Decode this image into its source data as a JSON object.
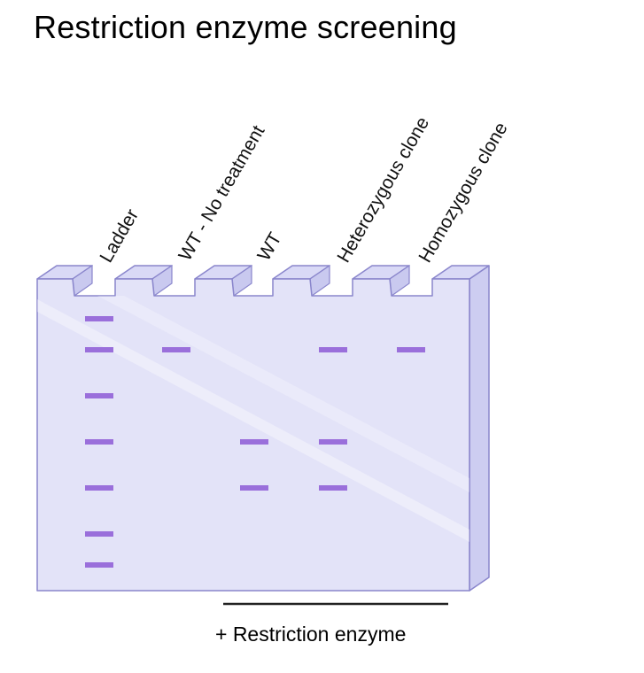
{
  "title": "Restriction enzyme screening",
  "lanes": [
    {
      "label": "Ladder",
      "bands": [
        1,
        2,
        3,
        4,
        5,
        6,
        7
      ]
    },
    {
      "label": "WT - No treatment",
      "bands": [
        2
      ]
    },
    {
      "label": "WT",
      "bands": [
        4,
        5
      ]
    },
    {
      "label": "Heterozygous clone",
      "bands": [
        2,
        4,
        5
      ]
    },
    {
      "label": "Homozygous clone",
      "bands": [
        2
      ]
    }
  ],
  "treatment_label": "+ Restriction enzyme",
  "colors": {
    "gel_front": "#e3e3f8",
    "gel_side": "#cdcdf1",
    "gel_outline": "#8a86cc",
    "band": "#9a6fdb",
    "treatment_line": "#222222"
  }
}
